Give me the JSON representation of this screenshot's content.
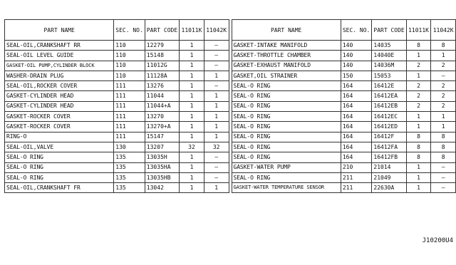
{
  "headers": {
    "part_name": "PART NAME",
    "sec_no": "SEC. NO.",
    "part_code": "PART CODE",
    "col_11011k": "11011K",
    "col_11042k": "11042K"
  },
  "left_rows": [
    {
      "name": "SEAL-OIL,CRANKSHAFT RR",
      "sec": "110",
      "code": "12279",
      "a": "1",
      "b": "–"
    },
    {
      "name": "SEAL-OIL LEVEL GUIDE",
      "sec": "110",
      "code": "15148",
      "a": "1",
      "b": "–"
    },
    {
      "name": "GASKET-OIL PUMP,CYLINDER BLOCK",
      "sec": "110",
      "code": "11012G",
      "a": "1",
      "b": "–"
    },
    {
      "name": "WASHER-DRAIN PLUG",
      "sec": "110",
      "code": "11128A",
      "a": "1",
      "b": "1"
    },
    {
      "name": "SEAL-OIL,ROCKER COVER",
      "sec": "111",
      "code": "13276",
      "a": "1",
      "b": "–"
    },
    {
      "name": "GASKET-CYLINDER HEAD",
      "sec": "111",
      "code": "11044",
      "a": "1",
      "b": "1"
    },
    {
      "name": "GASKET-CYLINDER HEAD",
      "sec": "111",
      "code": "11044+A",
      "a": "1",
      "b": "1"
    },
    {
      "name": "GASKET-ROCKER COVER",
      "sec": "111",
      "code": "13270",
      "a": "1",
      "b": "1"
    },
    {
      "name": "GASKET-ROCKER COVER",
      "sec": "111",
      "code": "13270+A",
      "a": "1",
      "b": "1"
    },
    {
      "name": "RING-O",
      "sec": "111",
      "code": "15147",
      "a": "1",
      "b": "1"
    },
    {
      "name": "SEAL-OIL,VALVE",
      "sec": "130",
      "code": "13207",
      "a": "32",
      "b": "32"
    },
    {
      "name": "SEAL-O RING",
      "sec": "135",
      "code": "13035H",
      "a": "1",
      "b": "–"
    },
    {
      "name": "SEAL-O RING",
      "sec": "135",
      "code": "13035HA",
      "a": "1",
      "b": "–"
    },
    {
      "name": "SEAL-O RING",
      "sec": "135",
      "code": "13035HB",
      "a": "1",
      "b": "–"
    },
    {
      "name": "SEAL-OIL,CRANKSHAFT FR",
      "sec": "135",
      "code": "13042",
      "a": "1",
      "b": "1"
    }
  ],
  "right_rows": [
    {
      "name": "GASKET-INTAKE MANIFOLD",
      "sec": "140",
      "code": "14035",
      "a": "8",
      "b": "8"
    },
    {
      "name": "GASKET-THROTTLE CHAMBER",
      "sec": "140",
      "code": "14040E",
      "a": "1",
      "b": "1"
    },
    {
      "name": "GASKET-EXHAUST MANIFOLD",
      "sec": "140",
      "code": "14036M",
      "a": "2",
      "b": "2"
    },
    {
      "name": "GASKET,OIL STRAINER",
      "sec": "150",
      "code": "15053",
      "a": "1",
      "b": "–"
    },
    {
      "name": "SEAL-O RING",
      "sec": "164",
      "code": "16412E",
      "a": "2",
      "b": "2"
    },
    {
      "name": "SEAL-O RING",
      "sec": "164",
      "code": "16412EA",
      "a": "2",
      "b": "2"
    },
    {
      "name": "SEAL-O RING",
      "sec": "164",
      "code": "16412EB",
      "a": "2",
      "b": "2"
    },
    {
      "name": "SEAL-O RING",
      "sec": "164",
      "code": "16412EC",
      "a": "1",
      "b": "1"
    },
    {
      "name": "SEAL-O RING",
      "sec": "164",
      "code": "16412ED",
      "a": "1",
      "b": "1"
    },
    {
      "name": "SEAL-O RING",
      "sec": "164",
      "code": "16412F",
      "a": "8",
      "b": "8"
    },
    {
      "name": "SEAL-O RING",
      "sec": "164",
      "code": "16412FA",
      "a": "8",
      "b": "8"
    },
    {
      "name": "SEAL-O RING",
      "sec": "164",
      "code": "16412FB",
      "a": "8",
      "b": "8"
    },
    {
      "name": "GASKET-WATER PUMP",
      "sec": "210",
      "code": "21014",
      "a": "1",
      "b": "–"
    },
    {
      "name": "SEAL-O RING",
      "sec": "211",
      "code": "21049",
      "a": "1",
      "b": "–"
    },
    {
      "name": "GASKET-WATER TEMPERATURE SENSOR",
      "sec": "211",
      "code": "22630A",
      "a": "1",
      "b": "–"
    }
  ],
  "footer_code": "J10200U4"
}
